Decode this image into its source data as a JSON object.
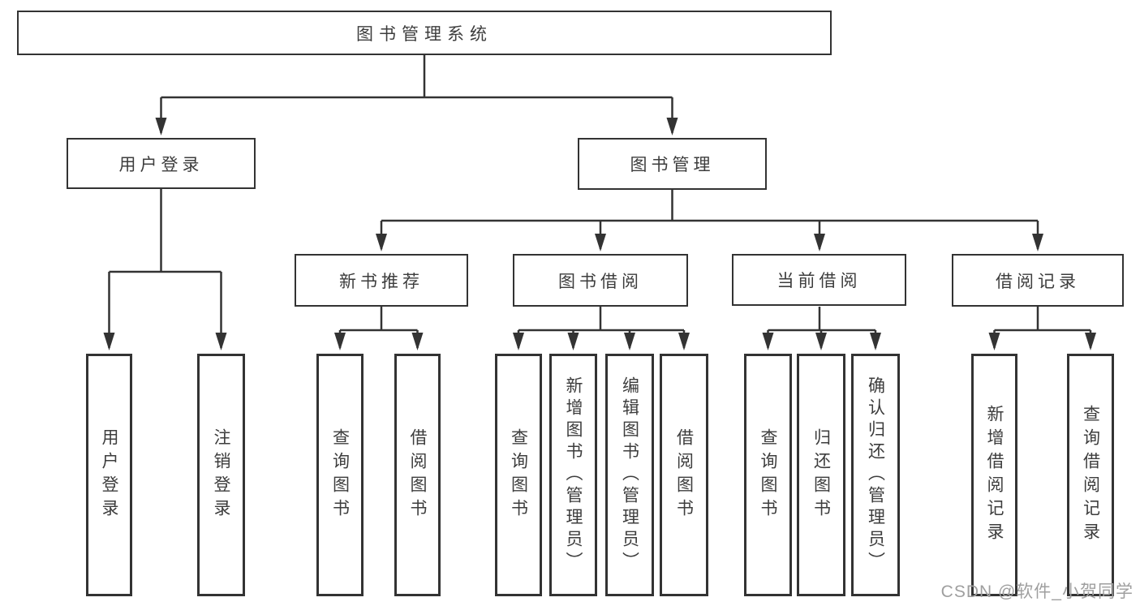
{
  "diagram": {
    "type": "tree-structure-diagram",
    "title": "图书管理系统",
    "hierarchy": {
      "图书管理系统": {
        "用户登录": [
          "用户登录",
          "注销登录"
        ],
        "图书管理": {
          "新书推荐": [
            "查询图书",
            "借阅图书"
          ],
          "图书借阅": [
            "查询图书",
            "新增图书（管理员）",
            "编辑图书（管理员）",
            "借阅图书"
          ],
          "当前借阅": [
            "查询图书",
            "归还图书",
            "确认归还（管理员）"
          ],
          "借阅记录": [
            "新增借阅记录",
            "查询借阅记录"
          ]
        }
      }
    }
  },
  "nodes": {
    "root": "图书管理系统",
    "user_login": "用户登录",
    "book_mgmt": "图书管理",
    "new_book_rec": "新书推荐",
    "book_borrow": "图书借阅",
    "current_borrow": "当前借阅",
    "borrow_record": "借阅记录",
    "leaf_user_login": "用户登录",
    "leaf_logout": "注销登录",
    "leaf_nb_query": "查询图书",
    "leaf_nb_borrow": "借阅图书",
    "leaf_bb_query": "查询图书",
    "leaf_bb_add": "新增图书（管理员）",
    "leaf_bb_edit": "编辑图书（管理员）",
    "leaf_bb_borrow": "借阅图书",
    "leaf_cb_query": "查询图书",
    "leaf_cb_return": "归还图书",
    "leaf_cb_confirm": "确认归还（管理员）",
    "leaf_br_add": "新增借阅记录",
    "leaf_br_query": "查询借阅记录"
  },
  "watermark": "CSDN @软件_小贺同学",
  "colors": {
    "line": "#333333",
    "text": "#3d3d3d",
    "watermark": "#9f9f9f",
    "background": "#ffffff"
  }
}
